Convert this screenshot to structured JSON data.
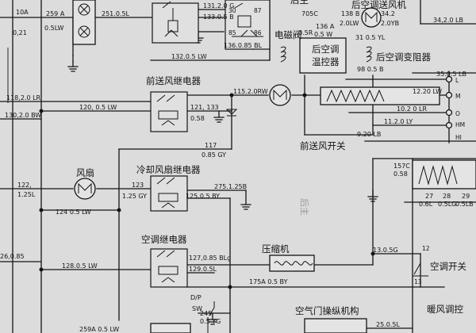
{
  "components": {
    "rear_fan": "后空调送风机",
    "rear_solenoid": "电磁阀",
    "rear_temp_ctrl": [
      "后空调",
      "温控器"
    ],
    "rear_resistor": "后空调变阻器",
    "front_blower_relay": "前送风继电器",
    "front_fan_switch": "前送风开关",
    "fan": "风扇",
    "cooling_fan_relay": "冷却风扇继电器",
    "ac_relay": "空调继电器",
    "compressor": "压缩机",
    "ac_switch": "空调开关",
    "air_door": "空气门操纵机构",
    "heater_ctrl": "暖风调控"
  },
  "wires": {
    "w10a": "10A",
    "w021": "0,21",
    "w259a": "259 A",
    "w05lw": "0.5LW",
    "w2510": "251.0.5L",
    "w1312": "131.2.0 G",
    "w1330": "133.0.5 B",
    "w1360": "136.0.85 BL",
    "w1320": "132.0.5 LW",
    "w118": "118,2.0 LR",
    "w120": "120, 0.5 LW",
    "w130": "130,2.0 BW",
    "w121": "121, 133",
    "w058": "0.58",
    "w117": "117",
    "w085gy": "0.85 GY",
    "w1152": "115.2.0RW",
    "w1220": "12.20 LW",
    "w102": "10.2 0 LR",
    "w112": "11.2.0 LY",
    "w920": "9.20 LB",
    "w122": "122,",
    "w125l": "1.25L",
    "w124": "124 0.5 LW",
    "w123": "123",
    "w125gy": "1.25 GY",
    "w125sby": "125.0.5 BY",
    "w275": "275.1.25B",
    "w2685": "26,0.85",
    "w128": "128.0.5 LW",
    "w127": "127,0.85 BLg",
    "w129": "129.0.5L",
    "wdp": "D/P",
    "wsw": "SW",
    "w245": "245",
    "w05yg": "0.5 YG",
    "w175a": "175A 0.5 BY",
    "w1305g": "13.0.5G",
    "w12": "12",
    "w13": "13",
    "w157c": "157C",
    "w058b": "0.58",
    "w27": "27",
    "w06l": "0.6L",
    "w28": "28",
    "w05lg": "0.5LG",
    "w29": "29",
    "w05lb": "0.5LB",
    "w350": "35.0.5 LB",
    "w342": "34,2.0 LB",
    "w342dyb": "34.2",
    "w20yb": "2.0YB",
    "w1386": "138 B",
    "w20lw": "2.0LW",
    "w136a": "136 A",
    "w05w": "0.5 W",
    "w705c": "705C",
    "w05r": "0.5R",
    "w310": "31 0.5 YL",
    "w98": "98 0.5 B",
    "w259b": "259A 0.5 LW",
    "w25": "25.0.5L",
    "wl": "L",
    "wm": "M",
    "wo": "O",
    "whm": "HM",
    "whi": "HI",
    "w85": "85",
    "w86": "86",
    "w87": "87",
    "w30": "30"
  },
  "edge_text": "后主"
}
